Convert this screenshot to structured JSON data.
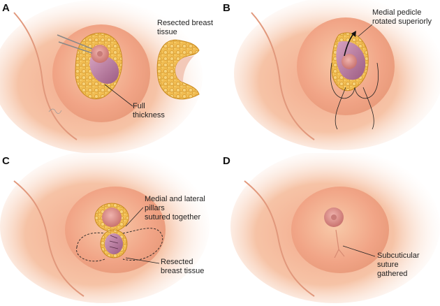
{
  "panels": [
    {
      "letter": "A",
      "annotations": [
        {
          "lines": [
            "Resected breast tissue"
          ]
        },
        {
          "lines": [
            "Full",
            "thickness"
          ]
        }
      ]
    },
    {
      "letter": "B",
      "annotations": [
        {
          "lines": [
            "Medial pedicle",
            "rotated superiorly"
          ]
        }
      ]
    },
    {
      "letter": "C",
      "annotations": [
        {
          "lines": [
            "Medial and lateral pillars",
            "sutured together"
          ]
        },
        {
          "lines": [
            "Resected",
            "breast tissue"
          ]
        }
      ]
    },
    {
      "letter": "D",
      "annotations": [
        {
          "lines": [
            "Subcuticular suture",
            "gathered"
          ]
        }
      ]
    }
  ],
  "colors": {
    "skin": "#f6c3a6",
    "skin_dark": "#e89a7a",
    "areola": "#d98f8c",
    "fat": "#f0b84a",
    "fat_edge": "#c98a1f",
    "muscle": "#b97aa0",
    "pink_cut": "#f3c9b9"
  }
}
